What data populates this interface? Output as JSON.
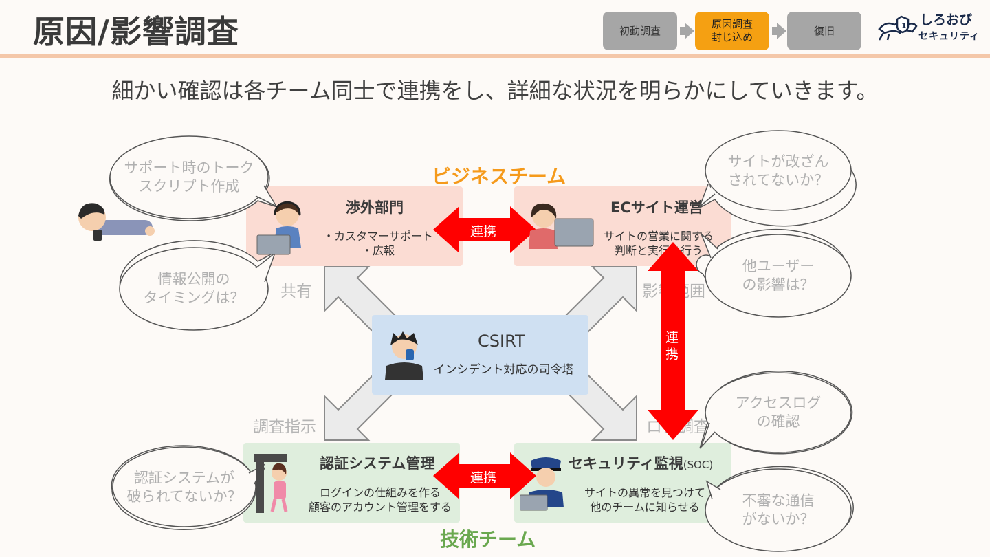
{
  "header": {
    "title": "原因/影響調査",
    "phases": [
      {
        "label": "初動調査",
        "active": false
      },
      {
        "label": "原因調査\n封じ込め",
        "active": true
      },
      {
        "label": "復旧",
        "active": false
      }
    ],
    "logo": {
      "name": "しろおび",
      "sub": "セキュリティ"
    }
  },
  "subtitle": "細かい確認は各チーム同士で連携をし、詳細な状況を明らかにしていきます。",
  "teams": {
    "business": "ビジネスチーム",
    "tech": "技術チーム"
  },
  "boxes": {
    "external": {
      "title": "渉外部門",
      "desc1": "・カスタマーサポート",
      "desc2": "・広報"
    },
    "ec": {
      "title": "ECサイト運営",
      "desc1": "サイトの営業に関する",
      "desc2": "判断と実行を行う"
    },
    "csirt": {
      "title": "CSIRT",
      "desc": "インシデント対応の司令塔"
    },
    "auth": {
      "title": "認証システム管理",
      "desc1": "ログインの仕組みを作る",
      "desc2": "顧客のアカウント管理をする"
    },
    "soc": {
      "title": "セキュリティ監視",
      "title_suffix": "(SOC)",
      "desc1": "サイトの異常を見つけて",
      "desc2": "他のチームに知らせる"
    }
  },
  "flows": {
    "share": "共有",
    "impact": "影響範囲",
    "investigate": "調査指示",
    "log": "ログ調査"
  },
  "links": {
    "top": "連携",
    "right1": "連",
    "right2": "携",
    "bottom": "連携"
  },
  "bubbles": {
    "talk_script": [
      "サポート時のトーク",
      "スクリプト作成"
    ],
    "publish_timing": [
      "情報公開の",
      "タイミングは？"
    ],
    "site_tampered": [
      "サイトが改ざん",
      "されてないか？"
    ],
    "other_users": [
      "他ユーザー",
      "の影響は？"
    ],
    "access_log": [
      "アクセスログ",
      "の確認"
    ],
    "auth_broken": [
      "認証システムが",
      "破られてないか？"
    ],
    "suspicious": [
      "不審な通信",
      "がないか？"
    ]
  },
  "colors": {
    "accent_orange": "#f5a012",
    "business_label": "#f59a1b",
    "tech_label": "#6aa84f",
    "link_red": "#ff0000",
    "box_pink": "#fbdcd3",
    "box_green": "#dfeedd",
    "box_blue": "#cfe0f2"
  }
}
